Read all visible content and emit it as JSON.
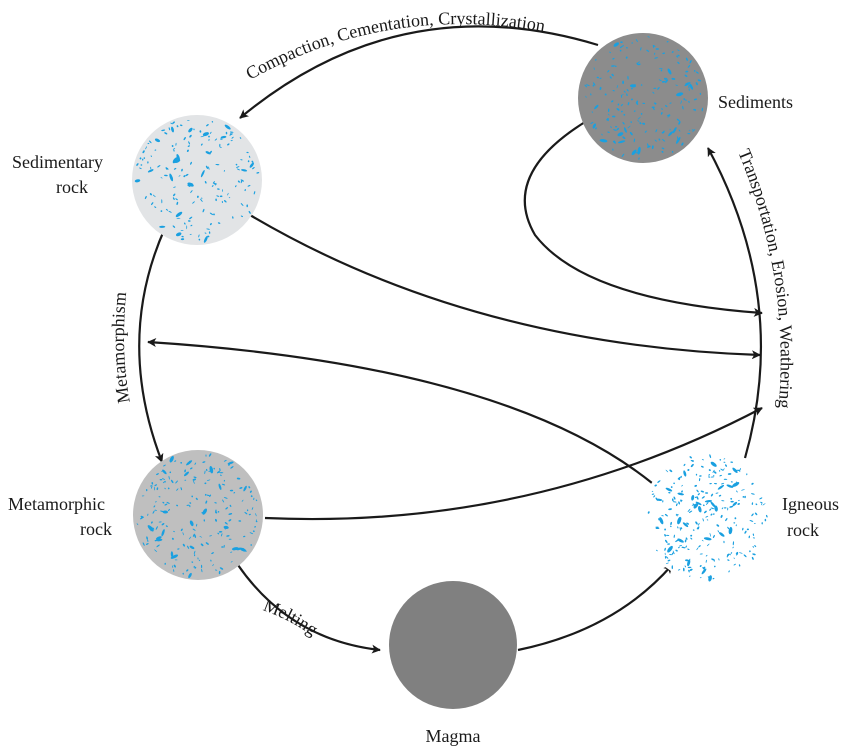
{
  "nodes": {
    "sediments": {
      "label": "Sediments",
      "fill": "#8c8c8c",
      "fleck_color": "#1aa0e0"
    },
    "sedimentary": {
      "label_line1": "Sedimentary",
      "label_line2": "rock",
      "fill": "#e2e4e6",
      "fleck_color": "#1aa0e0"
    },
    "metamorphic": {
      "label_line1": "Metamorphic",
      "label_line2": "rock",
      "fill": "#bfbfbf",
      "fleck_color": "#1aa0e0"
    },
    "igneous": {
      "label_line1": "Igneous",
      "label_line2": "rock",
      "fill": "#ffffff",
      "fleck_color": "#1aa0e0"
    },
    "magma": {
      "label": "Magma",
      "fill": "#808080"
    }
  },
  "processes": {
    "top": "Compaction, Cementation, Crystallization",
    "right": "Transportation, Erosion, Weathering",
    "left": "Metamorphism",
    "bottom": "Melting"
  },
  "colors": {
    "line": "#1a1a1a",
    "fleck": "#1aa0e0"
  }
}
